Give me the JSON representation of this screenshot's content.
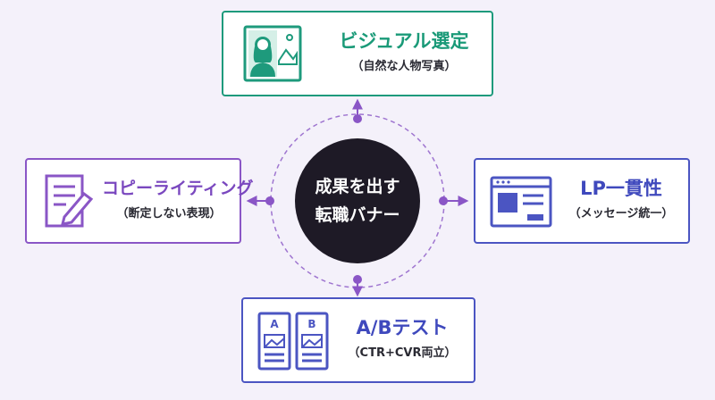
{
  "center": {
    "line1": "成果を出す",
    "line2": "転職バナー"
  },
  "cards": {
    "visual": {
      "title": "ビジュアル選定",
      "subtitle": "（自然な人物写真）",
      "icon": "person-photo-icon",
      "color": "#1e9a7c"
    },
    "copy": {
      "title": "コピーライティング",
      "subtitle": "（断定しない表現）",
      "icon": "document-pen-icon",
      "color": "#8a56c6"
    },
    "lp": {
      "title": "LP一貫性",
      "subtitle": "（メッセージ統一）",
      "icon": "webpage-layout-icon",
      "color": "#4b55c2"
    },
    "ab": {
      "title": "A/Bテスト",
      "subtitle": "（CTR+CVR両立）",
      "icon": "ab-test-icon",
      "color": "#4b55c2"
    }
  },
  "icon_letters": {
    "a": "A",
    "b": "B"
  },
  "colors": {
    "background": "#f4f1fa",
    "center": "#1e1a26",
    "connector": "#8a56c6"
  }
}
